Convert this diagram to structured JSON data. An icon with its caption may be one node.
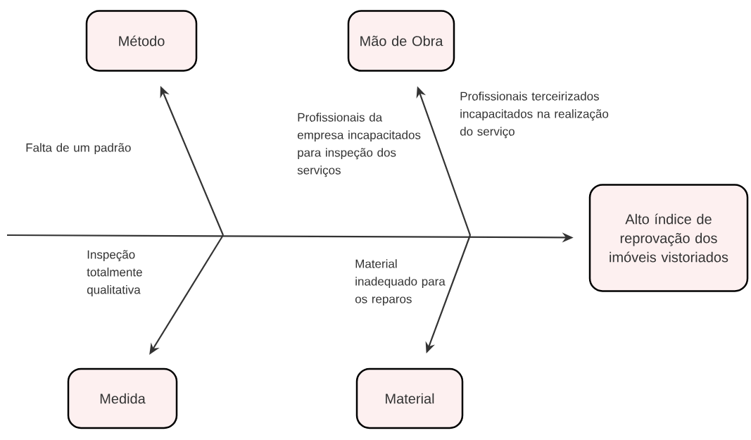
{
  "diagram": {
    "nodes": [
      {
        "text": [
          "Método"
        ]
      },
      {
        "text": [
          "Mão de Obra"
        ]
      },
      {
        "text": [
          "Alto índice de reprovação dos imóveis vistoriados"
        ]
      },
      {
        "text": [
          "Medida"
        ]
      },
      {
        "text": [
          "Material"
        ]
      }
    ],
    "edges": [
      {
        "from": null,
        "to": 2,
        "arrow": "to"
      },
      {
        "from": null,
        "to": 0,
        "arrow": "to"
      },
      {
        "from": null,
        "to": 1,
        "arrow": "to"
      },
      {
        "from": null,
        "to": 3,
        "arrow": "to"
      },
      {
        "from": null,
        "to": 4,
        "arrow": "to"
      }
    ],
    "labels": [
      "Falta de um padrão",
      "Profissionais da empresa incapacitados para inspeção dos serviços",
      "Profissionais terceirizados incapacitados na realização do serviço",
      "Inspeção totalmente qualitativa",
      "Material inadequado para os reparos"
    ]
  }
}
